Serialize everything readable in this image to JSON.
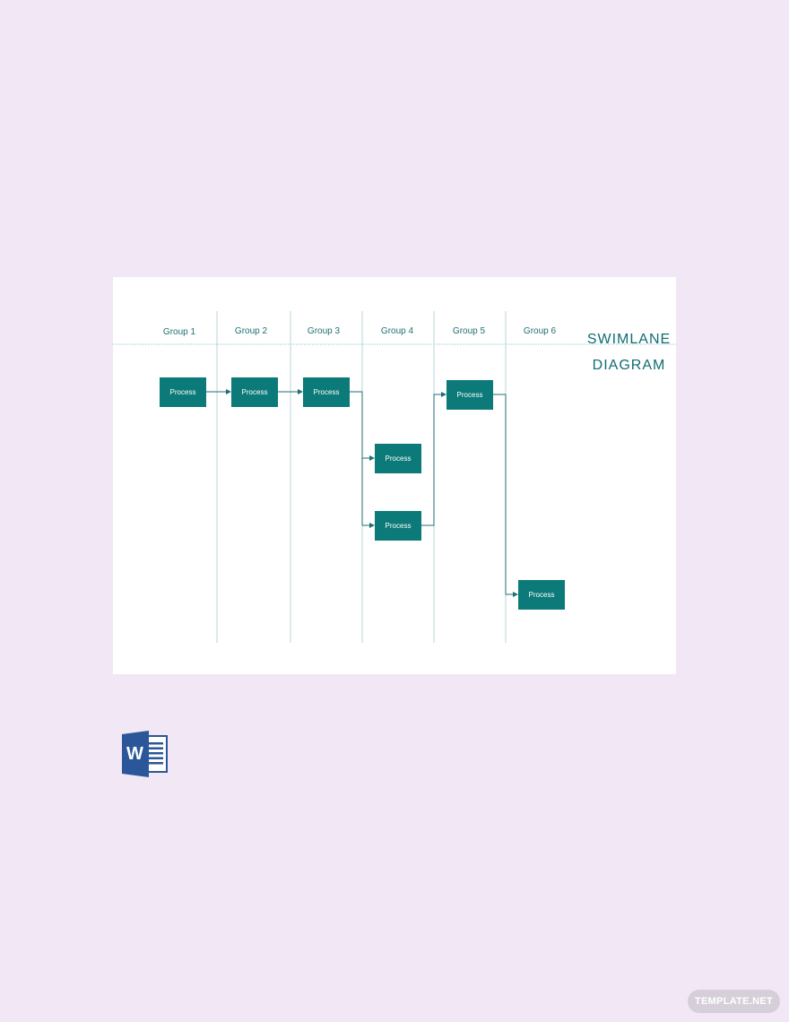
{
  "diagram": {
    "title_line1": "SWIMLANE",
    "title_line2": "DIAGRAM",
    "lanes": [
      "Group 1",
      "Group 2",
      "Group 3",
      "Group 4",
      "Group 5",
      "Group 6"
    ],
    "process_label": "Process",
    "nodes": [
      {
        "id": "p1",
        "lane": 1,
        "label": "Process"
      },
      {
        "id": "p2",
        "lane": 2,
        "label": "Process"
      },
      {
        "id": "p3",
        "lane": 3,
        "label": "Process"
      },
      {
        "id": "p4a",
        "lane": 4,
        "label": "Process"
      },
      {
        "id": "p4b",
        "lane": 4,
        "label": "Process"
      },
      {
        "id": "p5",
        "lane": 5,
        "label": "Process"
      },
      {
        "id": "p6",
        "lane": 6,
        "label": "Process"
      }
    ],
    "edges": [
      {
        "from": "p1",
        "to": "p2"
      },
      {
        "from": "p2",
        "to": "p3"
      },
      {
        "from": "p3",
        "to": "p4a"
      },
      {
        "from": "p3",
        "to": "p4b"
      },
      {
        "from": "p4b",
        "to": "p5"
      },
      {
        "from": "p5",
        "to": "p6"
      }
    ],
    "colors": {
      "process_fill": "#0b7a78",
      "line": "#1f6f73",
      "lane_divider": "#b9d6d8",
      "background": "#f2e7f4"
    }
  },
  "footer": {
    "app_icon": "word-icon",
    "badge_text": "TEMPLATE.NET"
  }
}
